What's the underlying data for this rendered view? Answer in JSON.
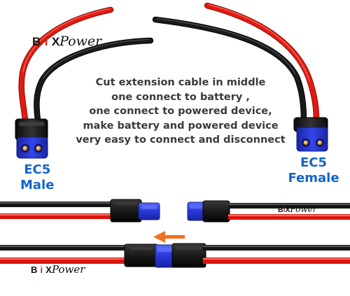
{
  "brand": {
    "b": "B",
    "i": "i",
    "x": "X",
    "power": "Power"
  },
  "description": [
    "Cut extension cable in middle",
    "one connect to battery ,",
    "one connect to powered device,",
    "make battery and powered device",
    "very easy to connect and disconnect"
  ],
  "labels": {
    "male_name": "EC5",
    "male_gender": "Male",
    "female_name": "EC5",
    "female_gender": "Female"
  },
  "colors": {
    "red_wire": "#e11b12",
    "black_wire": "#151515",
    "connector_blue": "#2636d8",
    "housing_black": "#1c1c1c",
    "arrow": "#f07020",
    "label_blue": "#1565c9"
  }
}
